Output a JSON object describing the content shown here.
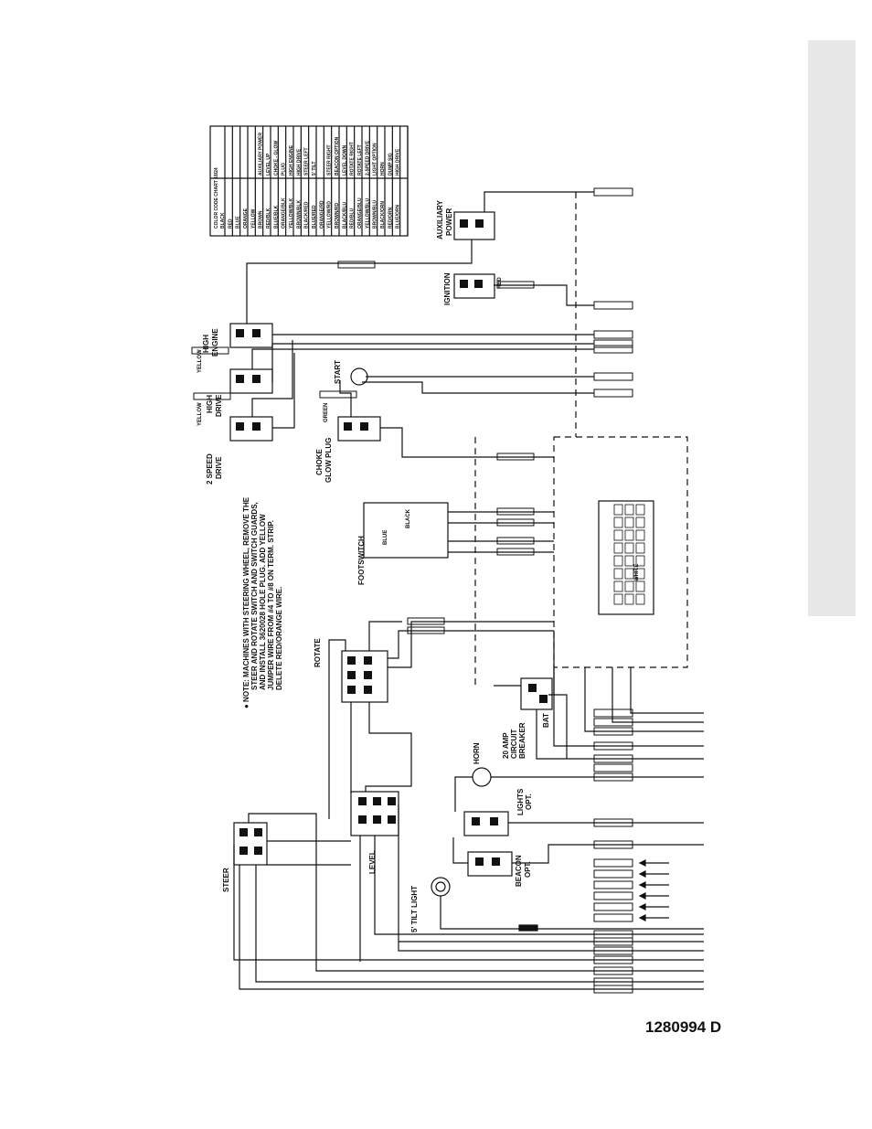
{
  "doc_number": "1280994 D",
  "color_chart": {
    "title": "COLOR CODE CHART 18/24",
    "rows": [
      [
        "BLACK",
        ""
      ],
      [
        "RED",
        ""
      ],
      [
        "BLUE",
        ""
      ],
      [
        "ORANGE",
        ""
      ],
      [
        "YELLOW",
        ""
      ],
      [
        "BROWN",
        "AUXILIARY POWER"
      ],
      [
        "RED/BLK",
        "LEVEL UP"
      ],
      [
        "BLUE/BLK",
        "CHOKE - GLOW"
      ],
      [
        "ORANGE/BLK",
        "PLUG"
      ],
      [
        "YELLOW/BLK",
        "HIGH ENGINE"
      ],
      [
        "BROWN/BLK",
        "HIGH DRIVE"
      ],
      [
        "BLACK/RED",
        "STEER LEFT"
      ],
      [
        "BLUE/RED",
        "5' TILT"
      ],
      [
        "ORANGE/RD",
        ""
      ],
      [
        "YELLOW/RD",
        "STEER RIGHT"
      ],
      [
        "BROWN/RD",
        "BEACON OPTION"
      ],
      [
        "BLACK/BLU",
        "LEVEL DOWN"
      ],
      [
        "RED/BLU",
        "ROTATE RIGHT"
      ],
      [
        "ORANGE/BLU",
        "ROTATE LEFT"
      ],
      [
        "YELLOW/BLU",
        "2-SPEED DRIVE"
      ],
      [
        "BROWN/BLU",
        "LIGHT OPTION"
      ],
      [
        "BLACK/ORN",
        "HORN"
      ],
      [
        "RED/ORN",
        "DUMP SIG"
      ],
      [
        "BLUE/ORN",
        "HIGH DRIVE"
      ]
    ]
  },
  "labels": {
    "auxiliary_power": [
      "AUXILIARY",
      "POWER"
    ],
    "ignition": "IGNITION",
    "high_engine": [
      "HIGH",
      "ENGINE"
    ],
    "high_drive": [
      "HIGH",
      "DRIVE"
    ],
    "two_speed_drive": [
      "2 SPEED",
      "DRIVE"
    ],
    "start": "START",
    "choke": [
      "CHOKE",
      "GLOW PLUG"
    ],
    "footswitch": "FOOTSWITCH",
    "rotate": "ROTATE",
    "note": [
      "●  NOTE: MACHINES WITH STEERING WHEEL, REMOVE THE",
      "STEER AND ROTATE SWITCH AND SWITCH GUARDS,",
      "AND INSTALL 3620028 HOLE PLUG. ADD YELLOW",
      "JUMPER WIRE FROM #4 TO #8 ON TERM. STRIP.",
      "DELETE RED/ORANGE WIRE."
    ],
    "horn": "HORN",
    "breaker": [
      "20 AMP",
      "CIRCUIT",
      "BREAKER"
    ],
    "bat": "BAT",
    "lights": [
      "LIGHTS",
      "OPT."
    ],
    "beacon": [
      "BEACON",
      "OPT."
    ],
    "level": "LEVEL",
    "steer": "STEER",
    "tilt_light": "5' TILT LIGHT",
    "wire_yellow": "YELLOW",
    "wire_green": "GREEN",
    "wire_red": "RED",
    "wire_blue": "BLUE",
    "wire_black": "BLACK",
    "wire_white": "WHITE"
  }
}
